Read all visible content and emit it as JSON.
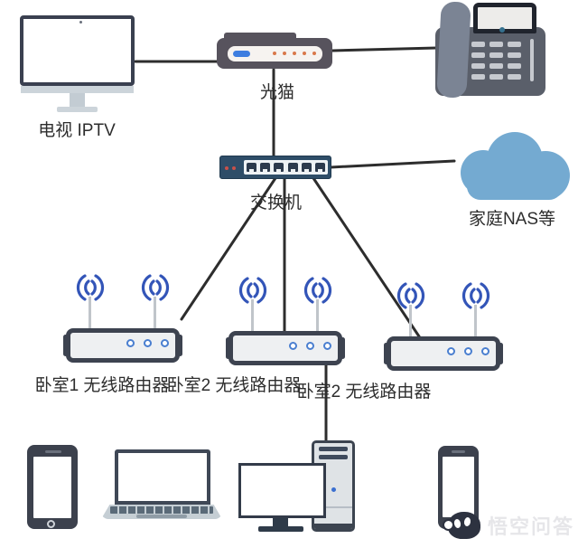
{
  "diagram": {
    "nodes": {
      "tv": {
        "label": "电视 IPTV",
        "icon": "monitor-icon"
      },
      "modem": {
        "label": "光猫",
        "icon": "modem-icon"
      },
      "desk_phone": {
        "label": "",
        "icon": "telephone-icon"
      },
      "switch": {
        "label": "交换机",
        "icon": "network-switch-icon"
      },
      "cloud": {
        "label": "家庭NAS等",
        "icon": "cloud-icon"
      },
      "router1": {
        "label": "卧室1 无线路由器",
        "icon": "wireless-router-icon"
      },
      "router2": {
        "label": "卧室2 无线路由器",
        "icon": "wireless-router-icon"
      },
      "router3": {
        "label": "卧室2 无线路由器",
        "icon": "wireless-router-icon"
      },
      "smartphone_left": {
        "label": "",
        "icon": "smartphone-icon"
      },
      "laptop": {
        "label": "",
        "icon": "laptop-icon"
      },
      "desktop_pc": {
        "label": "",
        "icon": "desktop-computer-icon"
      },
      "smartphone_right": {
        "label": "",
        "icon": "smartphone-icon"
      }
    },
    "connections": [
      {
        "from": "电视 IPTV",
        "to": "光猫"
      },
      {
        "from": "光猫",
        "to": "电话机"
      },
      {
        "from": "光猫",
        "to": "交换机"
      },
      {
        "from": "交换机",
        "to": "家庭NAS等"
      },
      {
        "from": "交换机",
        "to": "卧室1 无线路由器"
      },
      {
        "from": "交换机",
        "to": "卧室2 无线路由器(中)"
      },
      {
        "from": "交换机",
        "to": "卧室2 无线路由器(右)"
      },
      {
        "from": "卧室2 无线路由器(中)",
        "to": "台式电脑"
      }
    ],
    "watermark": {
      "text": "悟空问答"
    },
    "colors": {
      "line": "#2d2d2d",
      "device_dark": "#3d4350",
      "modem_body": "#57535d",
      "switch_body": "#2e4d68",
      "cloud_blue": "#74aad1",
      "wifi_blue": "#3355b8",
      "led_orange": "#d9784a",
      "led_blue": "#3d7de0",
      "led_red": "#c9504a"
    }
  }
}
